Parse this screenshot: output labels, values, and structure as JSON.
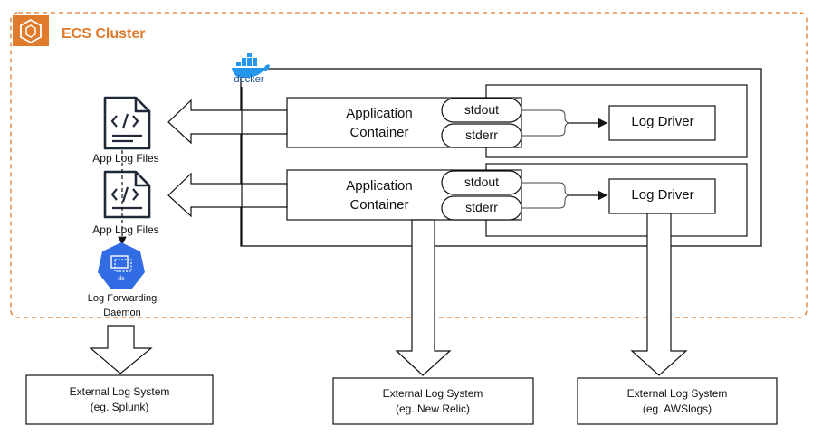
{
  "cluster": {
    "title": "ECS Cluster",
    "accent_color": "#e07b2e"
  },
  "docker": {
    "logo_text": "docker",
    "icon": "docker-whale-icon",
    "color": "#2496ed"
  },
  "app_containers": [
    {
      "label_line1": "Application",
      "label_line2": "Container",
      "stdout": "stdout",
      "stderr": "stderr",
      "driver": "Log Driver"
    },
    {
      "label_line1": "Application",
      "label_line2": "Container",
      "stdout": "stdout",
      "stderr": "stderr",
      "driver": "Log Driver"
    }
  ],
  "log_files": [
    {
      "label": "App Log Files",
      "icon": "code-file-icon"
    },
    {
      "label": "App Log Files",
      "icon": "code-file-icon"
    }
  ],
  "daemon": {
    "label_line1": "Log Forwarding",
    "label_line2": "Daemon",
    "badge": "ds",
    "icon": "daemonset-icon",
    "color": "#326ce5"
  },
  "external_systems": [
    {
      "line1": "External Log System",
      "line2": "(eg. Splunk)"
    },
    {
      "line1": "External Log System",
      "line2": "(eg. New Relic)"
    },
    {
      "line1": "External Log System",
      "line2": "(eg. AWSlogs)"
    }
  ]
}
